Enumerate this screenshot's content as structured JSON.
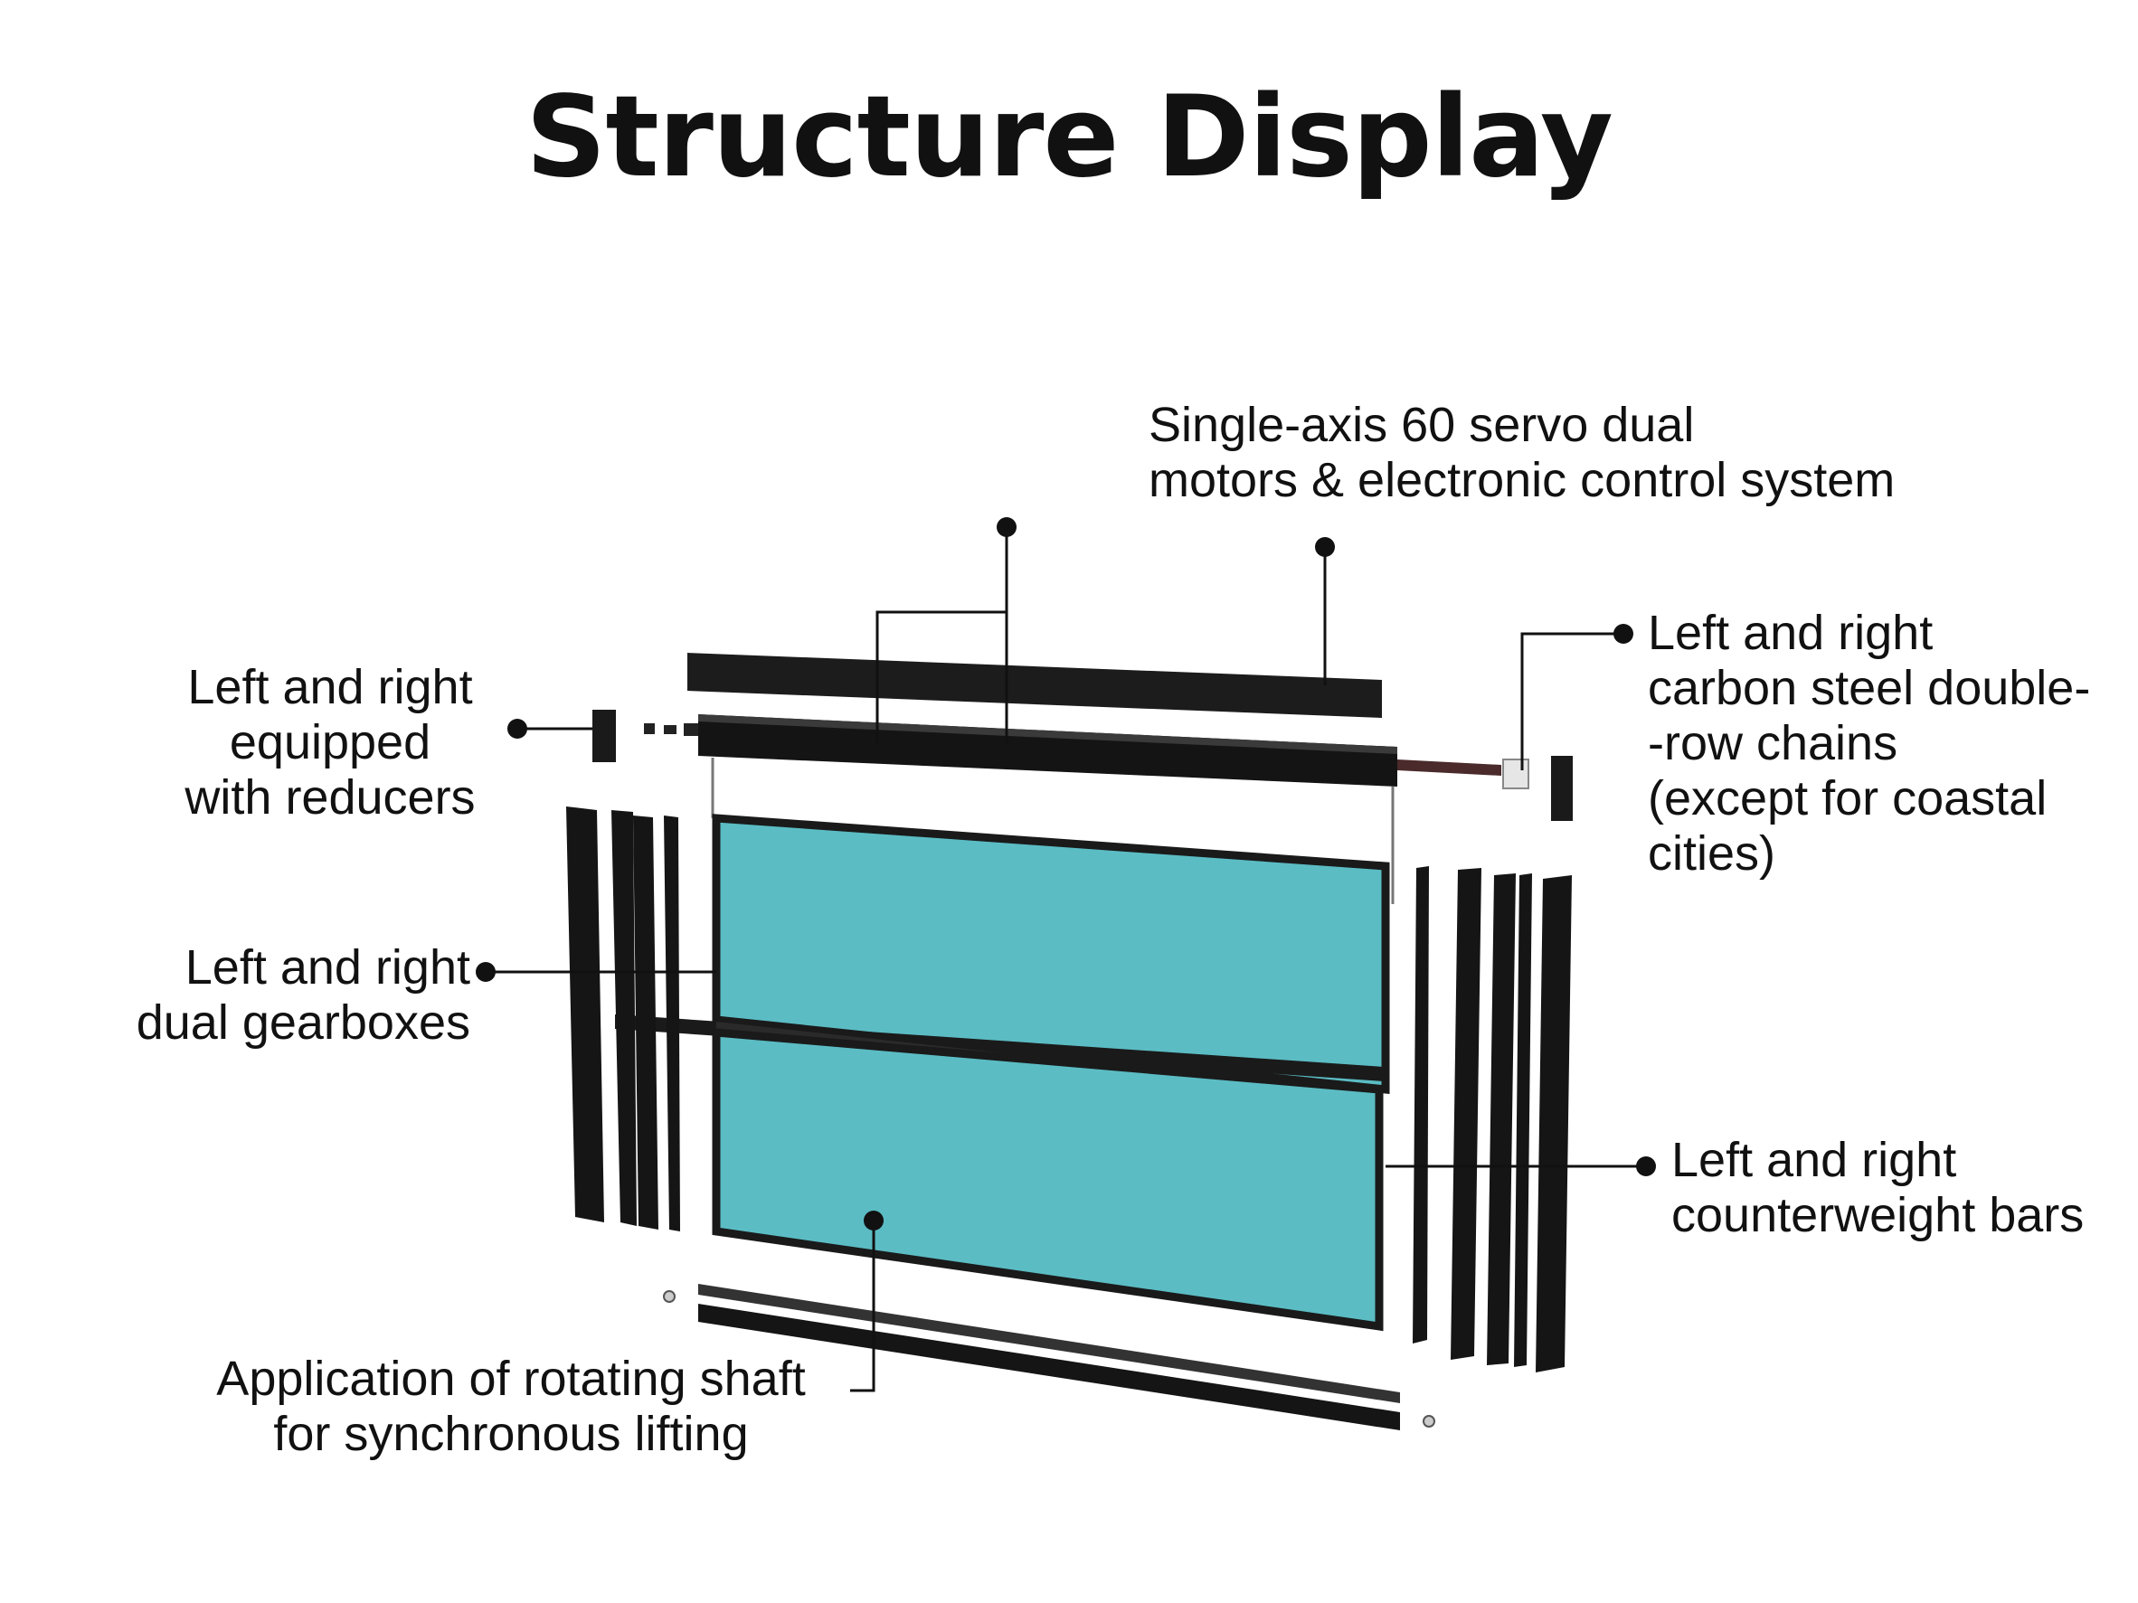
{
  "title": "Structure Display",
  "callouts": {
    "servo": {
      "lines": [
        "Single-axis 60 servo dual",
        "motors & electronic control system"
      ]
    },
    "reducers": {
      "lines": [
        "Left and right",
        "equipped",
        "with reducers"
      ]
    },
    "chains": {
      "lines": [
        "Left and right",
        "carbon steel double-",
        "-row chains",
        "(except for coastal",
        "cities)"
      ]
    },
    "gearboxes": {
      "lines": [
        "Left and right",
        "dual gearboxes"
      ]
    },
    "counterweight": {
      "lines": [
        "Left and right",
        "counterweight bars"
      ]
    },
    "shaft": {
      "lines": [
        "Application of rotating shaft",
        "for synchronous lifting"
      ]
    }
  },
  "colors": {
    "panel_fill": "#5bbcc4",
    "frame": "#1a1a1a",
    "leader": "#111111",
    "text": "#111111"
  }
}
